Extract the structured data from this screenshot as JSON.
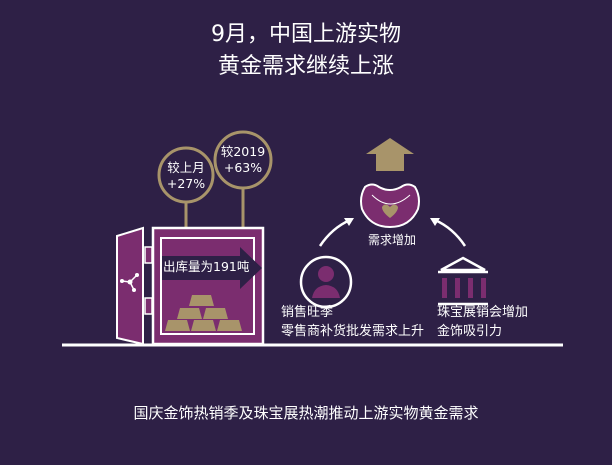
{
  "title": {
    "line1": "9月，中国上游实物",
    "line2": "黄金需求继续上涨"
  },
  "badges": [
    {
      "label": "较上月",
      "value": "+27%"
    },
    {
      "label": "较2019",
      "value": "+63%"
    }
  ],
  "safe": {
    "outflow_label": "出库量为191吨"
  },
  "demand": {
    "label": "需求增加"
  },
  "left_factor": {
    "line1": "销售旺季",
    "line2": "零售商补货批发需求上升"
  },
  "right_factor": {
    "line1": "珠宝展销会增加",
    "line2": "金饰吸引力"
  },
  "footer": {
    "text": "国庆金饰热销季及珠宝展热潮推动上游实物黄金需求"
  },
  "colors": {
    "background": "#2e2046",
    "purple": "#7b2d6f",
    "gold": "#a8946a",
    "white": "#ffffff"
  }
}
